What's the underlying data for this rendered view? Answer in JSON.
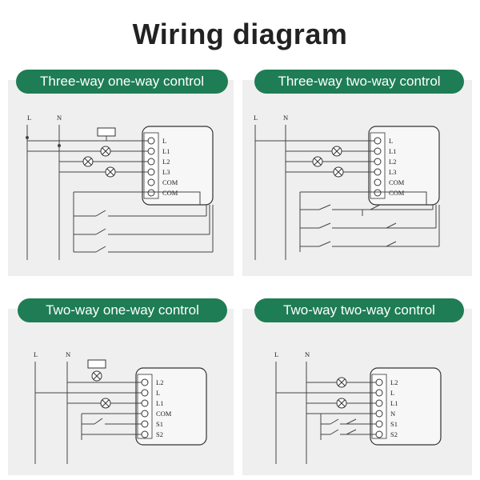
{
  "title": "Wiring diagram",
  "panels": [
    {
      "heading": "Three-way one-way control",
      "line_labels": [
        "L",
        "N"
      ],
      "terminals": [
        "L",
        "L1",
        "L2",
        "L3",
        "COM",
        "COM"
      ]
    },
    {
      "heading": "Three-way two-way control",
      "line_labels": [
        "L",
        "N"
      ],
      "terminals": [
        "L",
        "L1",
        "L2",
        "L3",
        "COM",
        "COM"
      ]
    },
    {
      "heading": "Two-way one-way control",
      "line_labels": [
        "L",
        "N"
      ],
      "terminals": [
        "L2",
        "L",
        "L1",
        "COM",
        "S1",
        "S2"
      ]
    },
    {
      "heading": "Two-way two-way control",
      "line_labels": [
        "L",
        "N"
      ],
      "terminals": [
        "L2",
        "L",
        "L1",
        "N",
        "S1",
        "S2"
      ]
    }
  ],
  "colors": {
    "accent": "#1e7d55",
    "panel": "#efefef",
    "wire": "#444444"
  }
}
